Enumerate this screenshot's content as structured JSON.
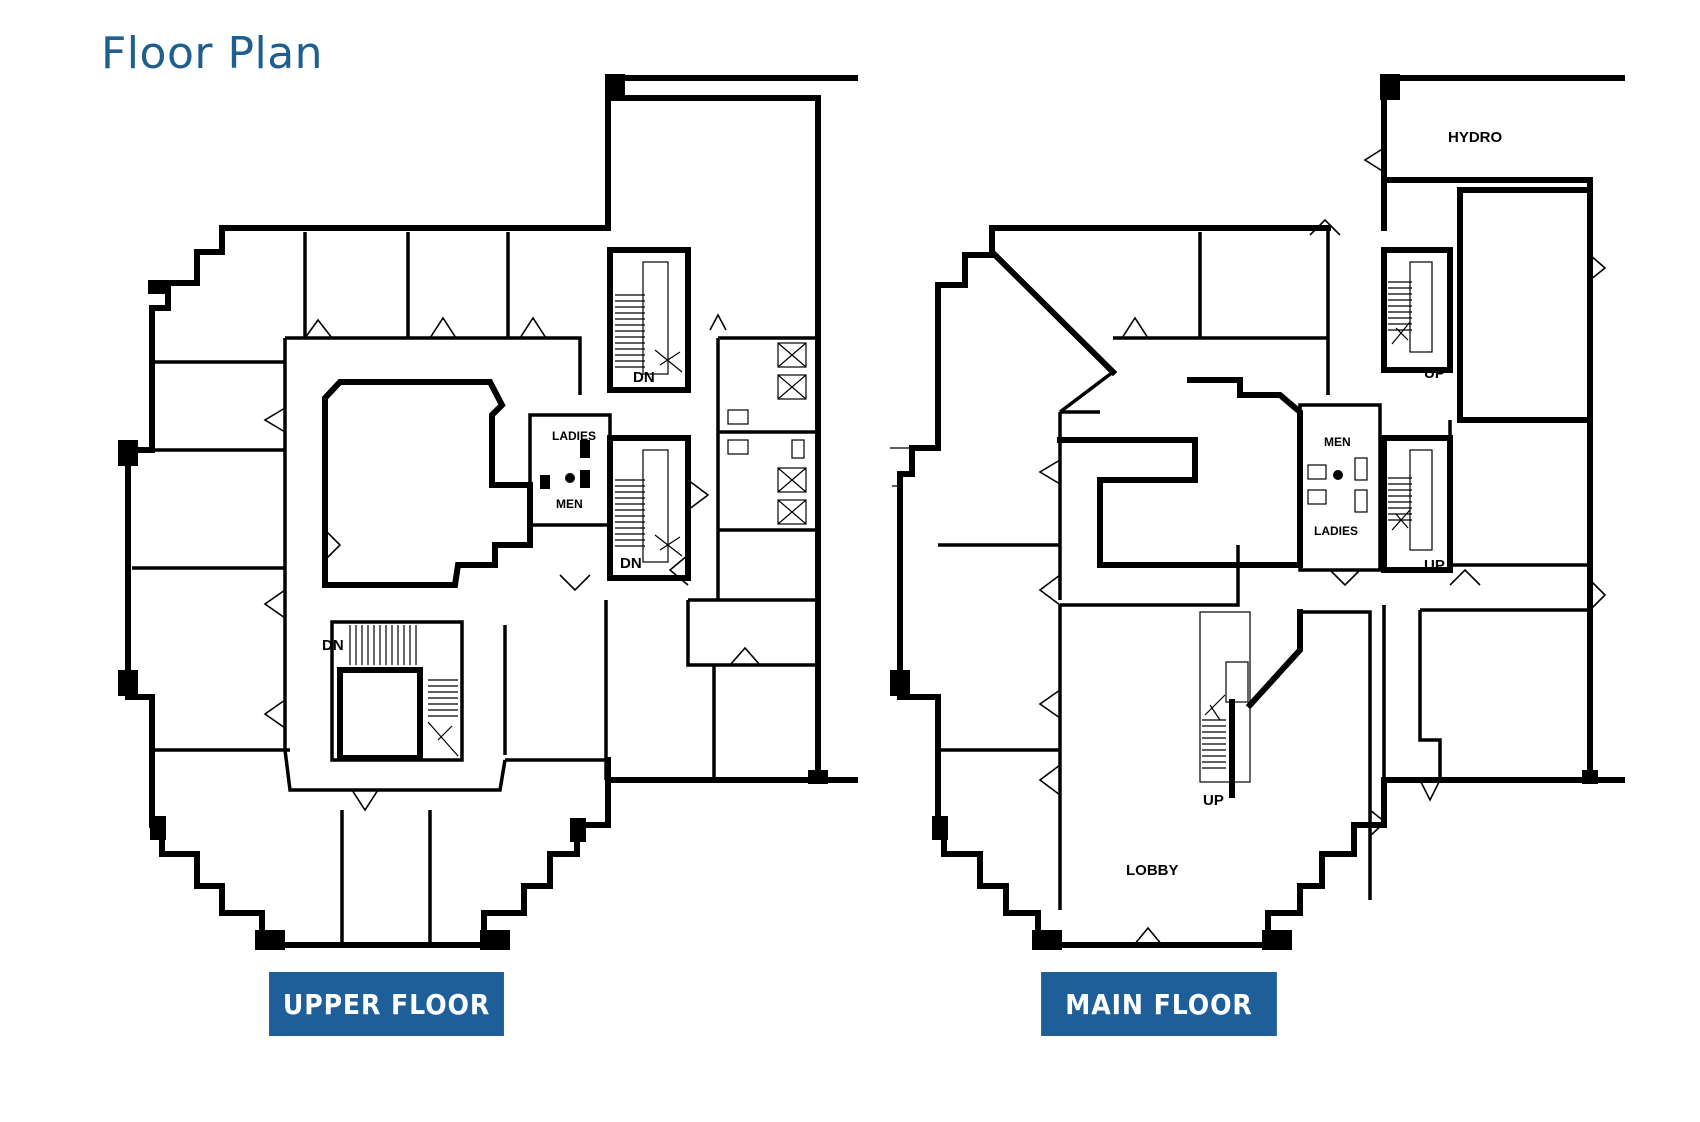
{
  "page": {
    "title": "Floor Plan"
  },
  "upper_floor": {
    "badge": "UPPER FLOOR",
    "labels": {
      "ladies": "LADIES",
      "men": "MEN",
      "dn_stair_north": "DN",
      "dn_stair_south": "DN",
      "dn_main_stair": "DN"
    }
  },
  "main_floor": {
    "badge": "MAIN FLOOR",
    "labels": {
      "hydro": "HYDRO",
      "men": "MEN",
      "ladies": "LADIES",
      "up_stair_north": "UP",
      "up_stair_south": "UP",
      "up_lobby_stair": "UP",
      "lobby": "LOBBY"
    }
  },
  "colors": {
    "title": "#1e5f8f",
    "badge": "#1e5f99",
    "walls": "#000000"
  }
}
